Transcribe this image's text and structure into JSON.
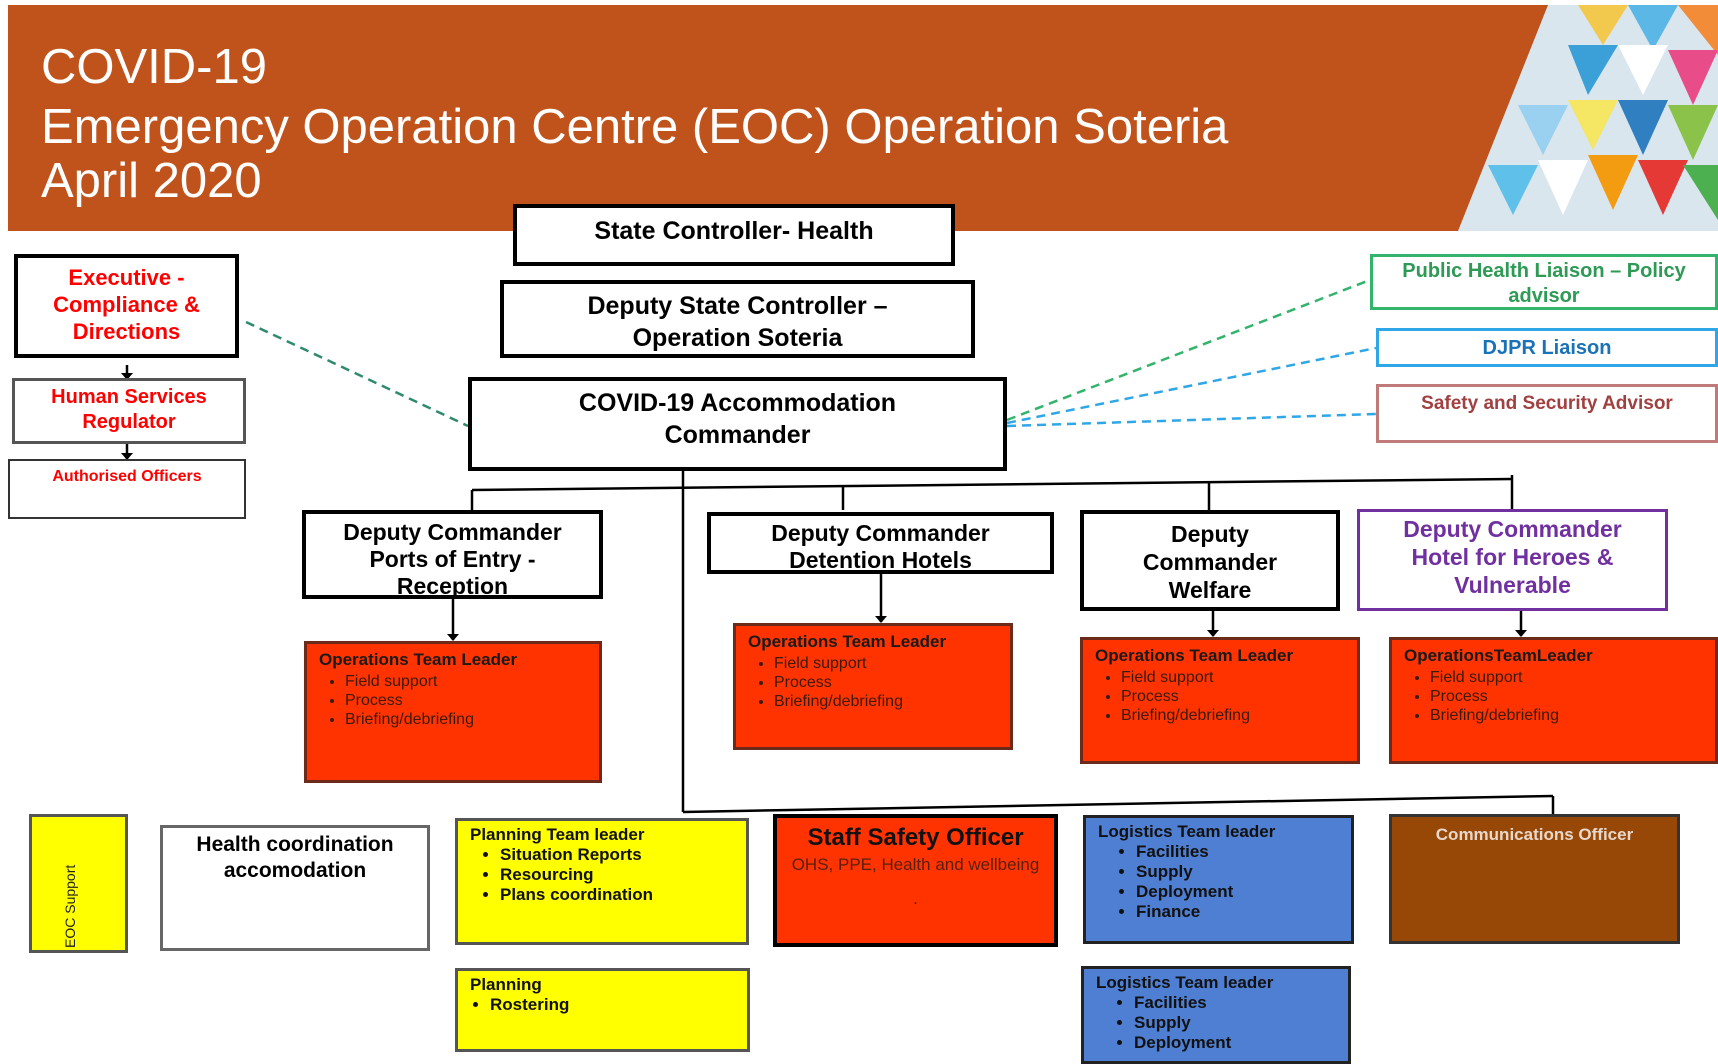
{
  "header": {
    "line1": "COVID-19",
    "line2": "Emergency Operation Centre (EOC) Operation Soteria",
    "line3": "April 2020"
  },
  "top": {
    "state_controller": "State Controller- Health",
    "deputy_state_controller_1": "Deputy State Controller –",
    "deputy_state_controller_2": "Operation Soteria",
    "accommodation_commander_1": "COVID-19 Accommodation",
    "accommodation_commander_2": "Commander"
  },
  "left": {
    "executive": "Executive - Compliance & Directions",
    "regulator": "Human Services Regulator",
    "officers": "Authorised Officers"
  },
  "right": {
    "public_health": "Public Health Liaison – Policy advisor",
    "djpr": "DJPR  Liaison",
    "safety": "Safety and Security Advisor"
  },
  "deputies": {
    "ports": "Deputy Commander Ports of Entry - Reception",
    "detention": "Deputy Commander Detention Hotels",
    "welfare": "Deputy Commander Welfare",
    "heroes": "Deputy Commander Hotel for Heroes & Vulnerable"
  },
  "ops_teams": {
    "leader": "Operations Team Leader",
    "leader_alt": "OperationsTeamLeader",
    "items": [
      "Field support",
      "Process",
      "Briefing/debriefing"
    ]
  },
  "bottom": {
    "eoc_support": "EOC Support",
    "health_coord": "Health coordination accomodation",
    "planning_leader": "Planning Team leader",
    "planning_items": [
      "Situation Reports",
      "Resourcing",
      "Plans coordination"
    ],
    "planning": "Planning",
    "planning_items2": [
      "Rostering"
    ],
    "staff_safety": "Staff Safety Officer",
    "staff_safety_sub": "OHS, PPE, Health and wellbeing",
    "staff_safety_dot": ".",
    "logistics_leader": "Logistics  Team leader",
    "logistics_items": [
      "Facilities",
      "Supply",
      "Deployment",
      "Finance"
    ],
    "logistics_leader2": "Logistics  Team leader",
    "logistics_items2": [
      "Facilities",
      "Supply",
      "Deployment"
    ],
    "communications": "Communications Officer"
  },
  "colors": {
    "banner": "#c0531b",
    "ops_red": "#ff3300",
    "yellow": "#ffff00",
    "blue": "#4f7fd3",
    "brown": "#974806",
    "green": "#33b36b",
    "light_blue": "#2fa7e6",
    "rose": "#c07a7a",
    "purple": "#7030a0"
  }
}
